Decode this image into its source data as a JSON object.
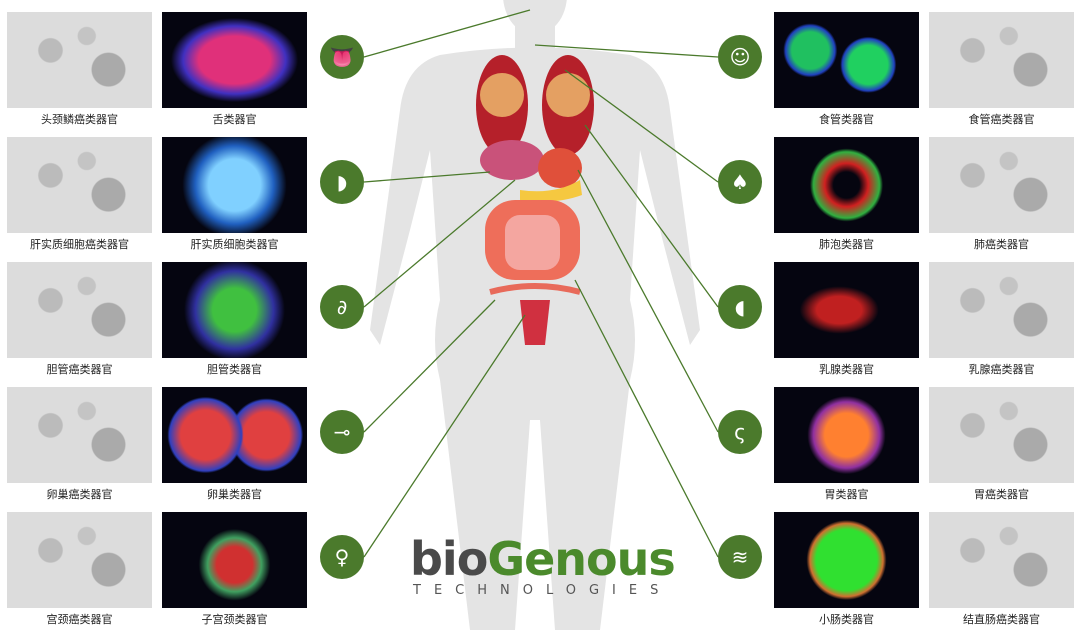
{
  "left": [
    {
      "cancer": "头颈鳞癌类器官",
      "organoid": "舌类器官",
      "icon": "tongue-icon",
      "glyph": "👅"
    },
    {
      "cancer": "肝实质细胞癌类器官",
      "organoid": "肝实质细胞类器官",
      "icon": "liver-icon",
      "glyph": "◗"
    },
    {
      "cancer": "胆管癌类器官",
      "organoid": "胆管类器官",
      "icon": "bile-duct-icon",
      "glyph": "∂"
    },
    {
      "cancer": "卵巢癌类器官",
      "organoid": "卵巢类器官",
      "icon": "ovary-icon",
      "glyph": "⊸"
    },
    {
      "cancer": "宫颈癌类器官",
      "organoid": "子宫颈类器官",
      "icon": "uterus-icon",
      "glyph": "♀"
    }
  ],
  "right": [
    {
      "organoid": "食管类器官",
      "cancer": "食管癌类器官",
      "icon": "head-esophagus-icon",
      "glyph": "☺"
    },
    {
      "organoid": "肺泡类器官",
      "cancer": "肺癌类器官",
      "icon": "lungs-icon",
      "glyph": "♠"
    },
    {
      "organoid": "乳腺类器官",
      "cancer": "乳腺癌类器官",
      "icon": "breast-icon",
      "glyph": "◖"
    },
    {
      "organoid": "胃类器官",
      "cancer": "胃癌类器官",
      "icon": "stomach-icon",
      "glyph": "ς"
    },
    {
      "organoid": "小肠类器官",
      "cancer": "结直肠癌类器官",
      "icon": "intestine-icon",
      "glyph": "≋"
    }
  ],
  "logo": {
    "bio": "bio",
    "genous": "Genous",
    "tagline": "TECHNOLOGIES"
  },
  "colors": {
    "accent": "#4b7a2c",
    "silhouette": "#e3e3e3"
  }
}
